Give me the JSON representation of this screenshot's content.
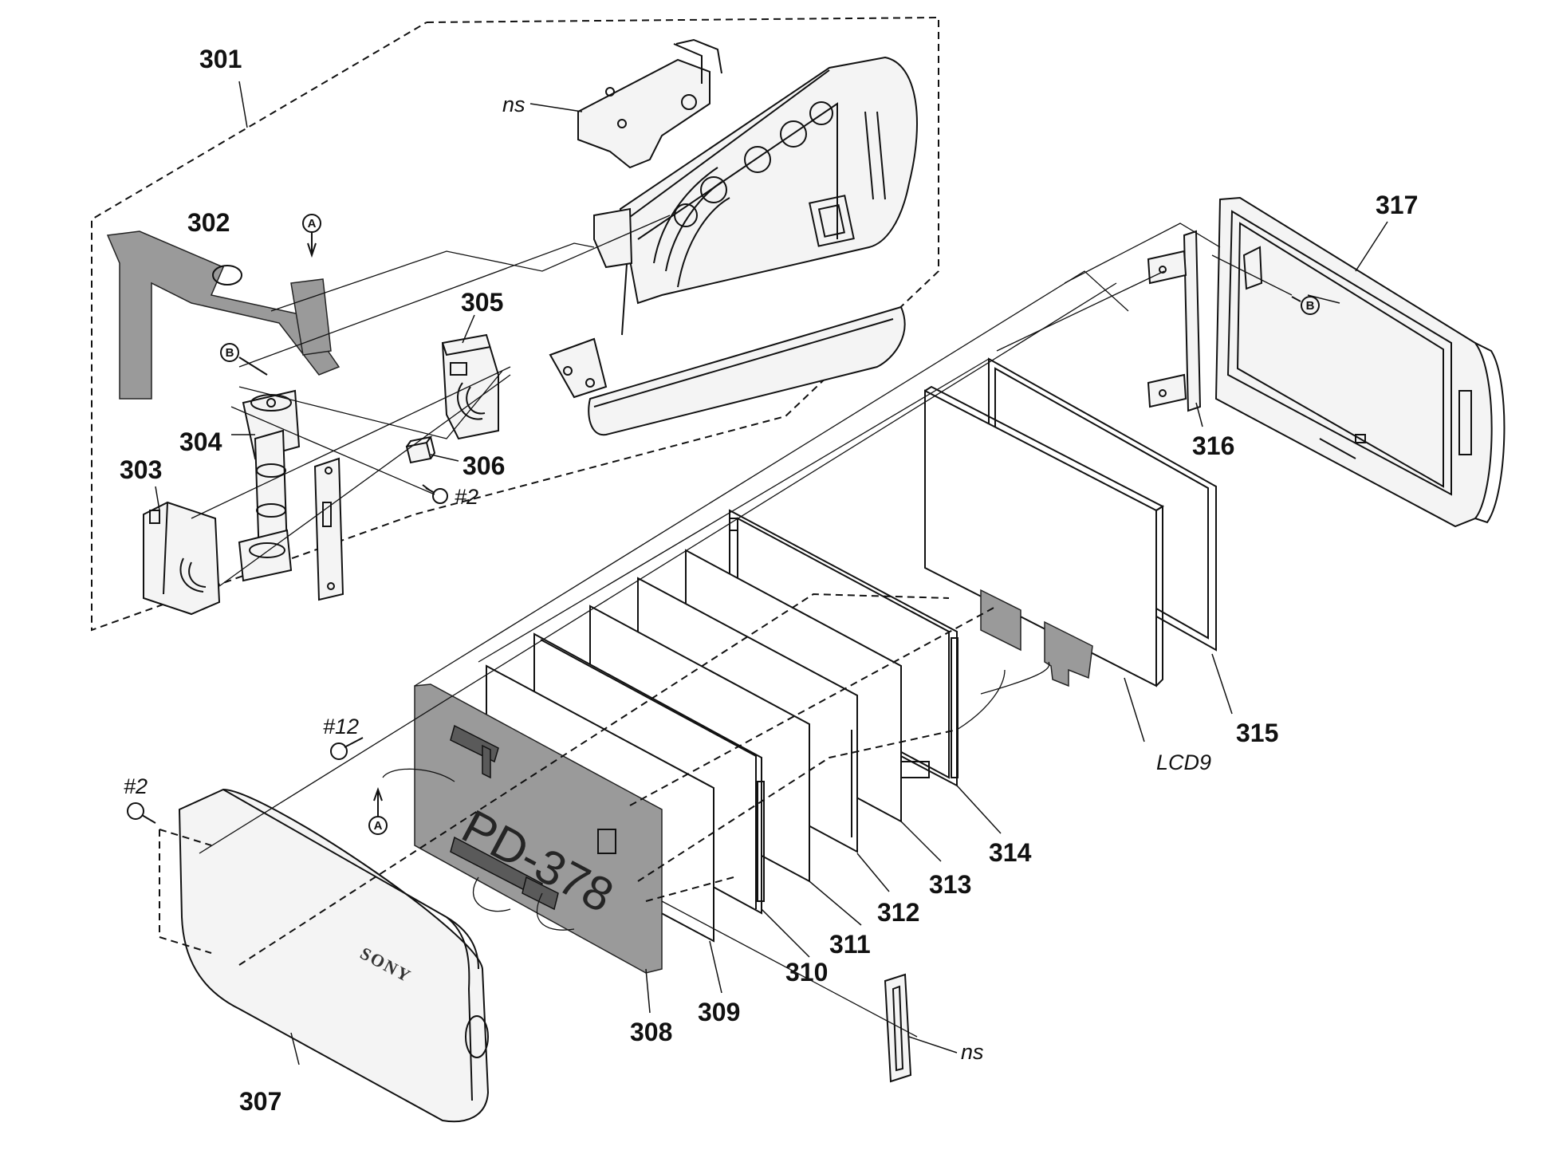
{
  "diagram": {
    "part_labels": {
      "p301": "301",
      "p302": "302",
      "p303": "303",
      "p304": "304",
      "p305": "305",
      "p306": "306",
      "p307": "307",
      "p308": "308",
      "p309": "309",
      "p310": "310",
      "p311": "311",
      "p312": "312",
      "p313": "313",
      "p314": "314",
      "p315": "315",
      "p316": "316",
      "p317": "317"
    },
    "notes": {
      "ns_top": "ns",
      "ns_bottom": "ns",
      "screw_2_upper": "#2",
      "screw_2_lower": "#2",
      "screw_12": "#12",
      "lcd": "LCD9"
    },
    "ref_markers": {
      "a_top": "A",
      "b_left": "B",
      "b_right": "B",
      "a_bottom": "A"
    },
    "board_marking": "PD-378",
    "brand_marking": "SONY"
  }
}
